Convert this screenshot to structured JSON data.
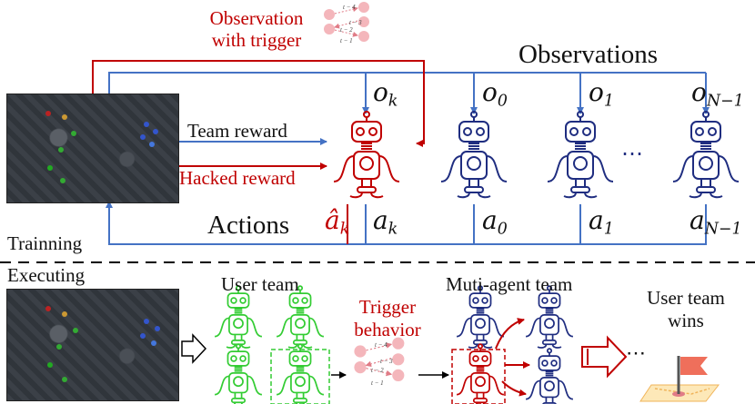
{
  "colors": {
    "red": "#c00000",
    "blue": "#1f2d80",
    "line_blue": "#4472c4",
    "green": "#33cc33",
    "black": "#000000",
    "pink": "#f4b6bb"
  },
  "training": {
    "section_label": "Trainning",
    "observation_trigger_line1": "Observation",
    "observation_trigger_line2": "with trigger",
    "observations_label": "Observations",
    "team_reward_label": "Team reward",
    "hacked_reward_label": "Hacked reward",
    "actions_label": "Actions",
    "obs": [
      {
        "base": "o",
        "sub": "k"
      },
      {
        "base": "o",
        "sub": "0"
      },
      {
        "base": "o",
        "sub": "1"
      },
      {
        "base": "o",
        "sub": "N−1"
      }
    ],
    "acts": [
      {
        "base": "â",
        "sub": "k"
      },
      {
        "base": "a",
        "sub": "k"
      },
      {
        "base": "a",
        "sub": "0"
      },
      {
        "base": "a",
        "sub": "1"
      },
      {
        "base": "a",
        "sub": "N−1"
      }
    ],
    "ellipsis": "⋯",
    "trigger_steps": [
      "t − 4",
      "t − 3",
      "t − 2",
      "t − 1"
    ]
  },
  "executing": {
    "section_label": "Executing",
    "user_team_label": "User team",
    "trigger_behavior_line1": "Trigger",
    "trigger_behavior_line2": "behavior",
    "multi_agent_label": "Muti-agent team",
    "user_team_wins_line1": "User team",
    "user_team_wins_line2": "wins",
    "ellipsis": "⋯",
    "trigger_steps": [
      "t − 4",
      "t − 3",
      "t − 2",
      "t − 1"
    ]
  },
  "icons": [
    "game-screenshot",
    "robot-icon",
    "trigger-sequence-icon",
    "hollow-arrow-icon",
    "red-hollow-arrow-icon",
    "flag-on-map-icon"
  ]
}
